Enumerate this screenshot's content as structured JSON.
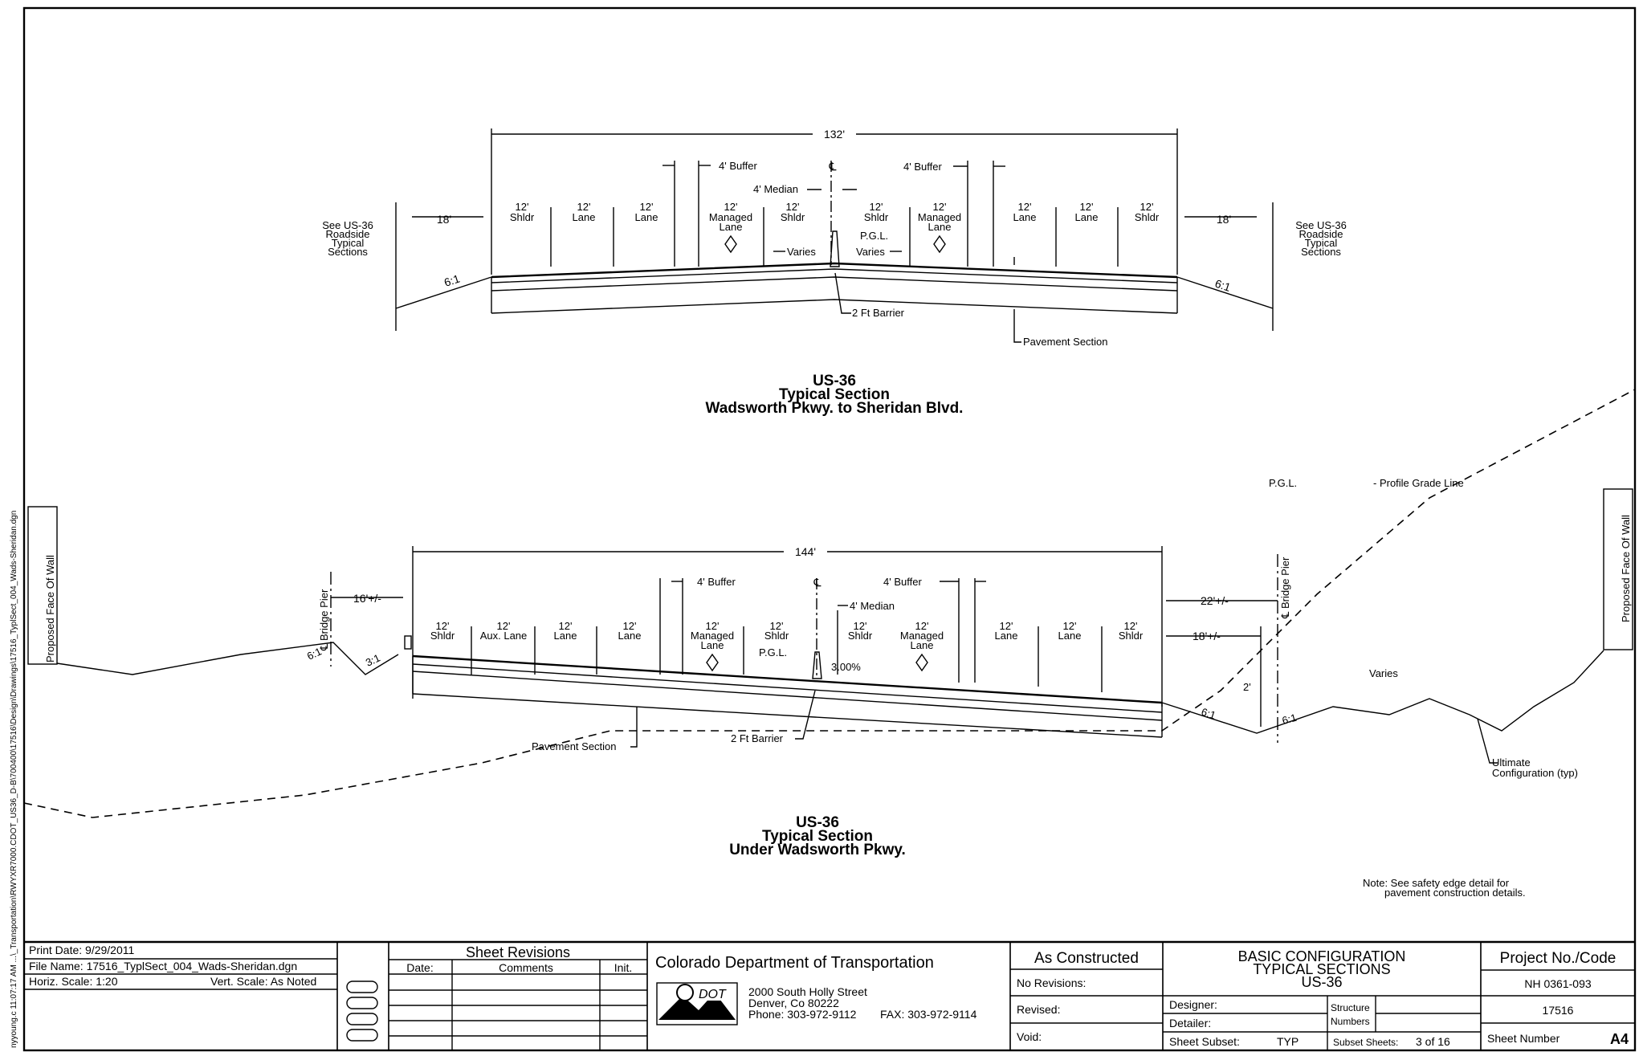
{
  "side_path": "nyyoung.c 11:07:17 AM   ...\\_Transportation\\RWYXR7000.CDOT_US36_D-B\\700400\\17516\\Design\\Drawings\\17516_TyplSect_004_Wads-Sheridan.dgn",
  "upper": {
    "overall": "132'",
    "left_outer": "18'",
    "right_outer": "18'",
    "see_left": [
      "See US-36",
      "Roadside",
      "Typical",
      "Sections"
    ],
    "see_right": [
      "See US-36",
      "Roadside",
      "Typical",
      "Sections"
    ],
    "buffer_left": "4' Buffer",
    "buffer_right": "4' Buffer",
    "median": "4' Median",
    "cl": "℄",
    "lanes": [
      {
        "w": "12'",
        "n": "Shldr"
      },
      {
        "w": "12'",
        "n": "Lane"
      },
      {
        "w": "12'",
        "n": "Lane"
      },
      {
        "w": "12'",
        "n": "Managed",
        "n2": "Lane"
      },
      {
        "w": "12'",
        "n": "Shldr"
      },
      {
        "w": "12'",
        "n": "Shldr"
      },
      {
        "w": "12'",
        "n": "Managed",
        "n2": "Lane"
      },
      {
        "w": "12'",
        "n": "Lane"
      },
      {
        "w": "12'",
        "n": "Lane"
      },
      {
        "w": "12'",
        "n": "Shldr"
      }
    ],
    "pgl": "P.G.L.",
    "varies_left": "Varies",
    "varies_right": "Varies",
    "slope_left": "6:1",
    "slope_right": "6:1",
    "barrier": "2 Ft Barrier",
    "pavement": "Pavement Section",
    "title": [
      "US-36",
      "Typical Section",
      "Wadsworth Pkwy. to Sheridan Blvd."
    ]
  },
  "lower": {
    "pgl_legend": "P.G.L.",
    "pgl_legend_desc": "- Profile Grade Line",
    "overall": "144'",
    "left_off": "16'+/-",
    "right_off1": "22'+/-",
    "right_off2": "18'+/-",
    "two_ft": "2'",
    "buffer_left": "4' Buffer",
    "buffer_right": "4' Buffer",
    "median": "4' Median",
    "cl": "℄",
    "lanes": [
      {
        "w": "12'",
        "n": "Shldr"
      },
      {
        "w": "12'",
        "n": "Aux. Lane"
      },
      {
        "w": "12'",
        "n": "Lane"
      },
      {
        "w": "12'",
        "n": "Lane"
      },
      {
        "w": "12'",
        "n": "Managed",
        "n2": "Lane"
      },
      {
        "w": "12'",
        "n": "Shldr"
      },
      {
        "w": "12'",
        "n": "Shldr"
      },
      {
        "w": "12'",
        "n": "Managed",
        "n2": "Lane"
      },
      {
        "w": "12'",
        "n": "Lane"
      },
      {
        "w": "12'",
        "n": "Lane"
      },
      {
        "w": "12'",
        "n": "Shldr"
      }
    ],
    "pgl": "P.G.L.",
    "cross_slope": "3.00%",
    "wall_left": "Proposed Face Of Wall",
    "wall_right": "Proposed Face Of Wall",
    "pier_left": "℄ Bridge Pier",
    "pier_right": "℄ Bridge Pier",
    "slope_a": "6:1",
    "slope_b": "3:1",
    "slope_c": "6:1",
    "slope_d": "6:1",
    "varies": "Varies",
    "barrier": "2 Ft Barrier",
    "pavement": "Pavement Section",
    "ultimate": [
      "Ultimate",
      "Configuration (typ)"
    ],
    "title": [
      "US-36",
      "Typical Section",
      "Under Wadsworth Pkwy."
    ]
  },
  "note": [
    "Note: See safety edge detail for",
    "pavement construction details."
  ],
  "title_block": {
    "print_date": "Print Date: 9/29/2011",
    "file_name": "File Name: 17516_TyplSect_004_Wads-Sheridan.dgn",
    "horiz_scale": "Horiz. Scale: 1:20",
    "vert_scale": "Vert. Scale: As Noted",
    "revisions_title": "Sheet Revisions",
    "rev_date": "Date:",
    "rev_comments": "Comments",
    "rev_init": "Init.",
    "agency": "Colorado Department of Transportation",
    "logo_text": "DOT",
    "address1": "2000 South Holly Street",
    "address2": "Denver, Co 80222",
    "phone": "Phone: 303-972-9112",
    "fax": "FAX: 303-972-9114",
    "as_constructed": "As Constructed",
    "no_revisions": "No Revisions:",
    "revised": "Revised:",
    "void": "Void:",
    "title1": "BASIC CONFIGURATION",
    "title2": "TYPICAL SECTIONS",
    "title3": "US-36",
    "designer": "Designer:",
    "detailer": "Detailer:",
    "structure": "Structure",
    "numbers": "Numbers",
    "sheet_subset": "Sheet Subset:",
    "subset_val": "TYP",
    "subset_sheets": "Subset Sheets:",
    "subset_sheets_val": "3 of 16",
    "project_label": "Project No./Code",
    "project_no": "NH 0361-093",
    "project_code": "17516",
    "sheet_number_label": "Sheet Number",
    "sheet_number": "A4"
  }
}
